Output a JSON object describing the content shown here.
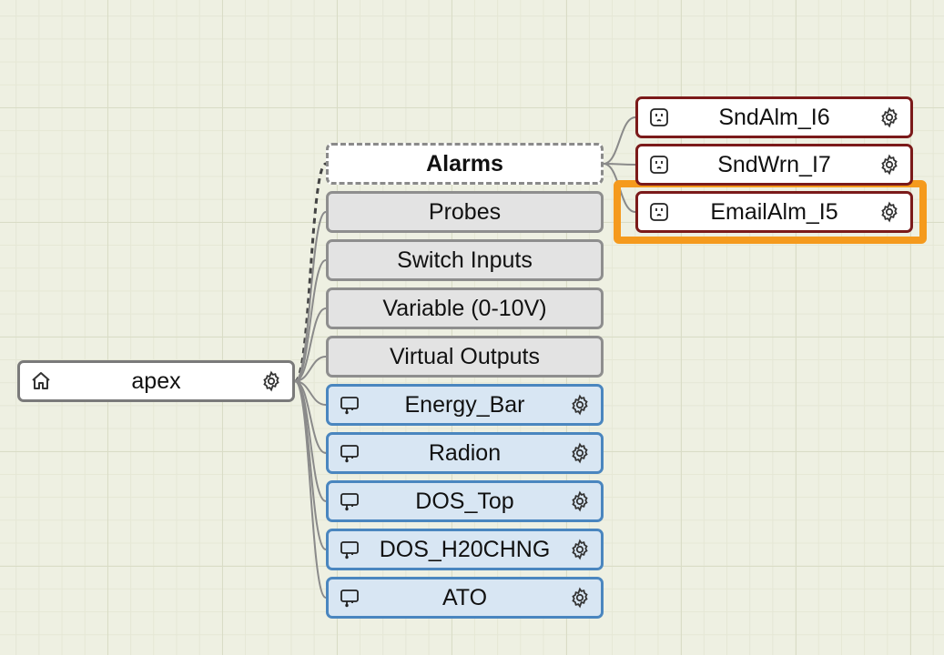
{
  "root": {
    "label": "apex",
    "icon": "home-icon",
    "settings_icon": "gear-icon"
  },
  "categories": [
    {
      "label": "Alarms",
      "style": "dashed-selected"
    },
    {
      "label": "Probes"
    },
    {
      "label": "Switch Inputs"
    },
    {
      "label": "Variable (0-10V)"
    },
    {
      "label": "Virtual Outputs"
    }
  ],
  "outputs": [
    {
      "label": "Energy_Bar",
      "icon": "outlet-plug-icon"
    },
    {
      "label": "Radion",
      "icon": "outlet-plug-icon"
    },
    {
      "label": "DOS_Top",
      "icon": "outlet-plug-icon"
    },
    {
      "label": "DOS_H20CHNG",
      "icon": "outlet-plug-icon"
    },
    {
      "label": "ATO",
      "icon": "outlet-plug-icon"
    }
  ],
  "alarms": [
    {
      "label": "SndAlm_I6",
      "icon": "outlet-icon"
    },
    {
      "label": "SndWrn_I7",
      "icon": "outlet-icon"
    },
    {
      "label": "EmailAlm_I5",
      "icon": "outlet-icon",
      "highlighted": true
    }
  ],
  "colors": {
    "highlight": "#f59a1d",
    "output_border": "#4a86bf",
    "output_fill": "#d8e6f3",
    "alarm_border": "#7b1a1a"
  }
}
